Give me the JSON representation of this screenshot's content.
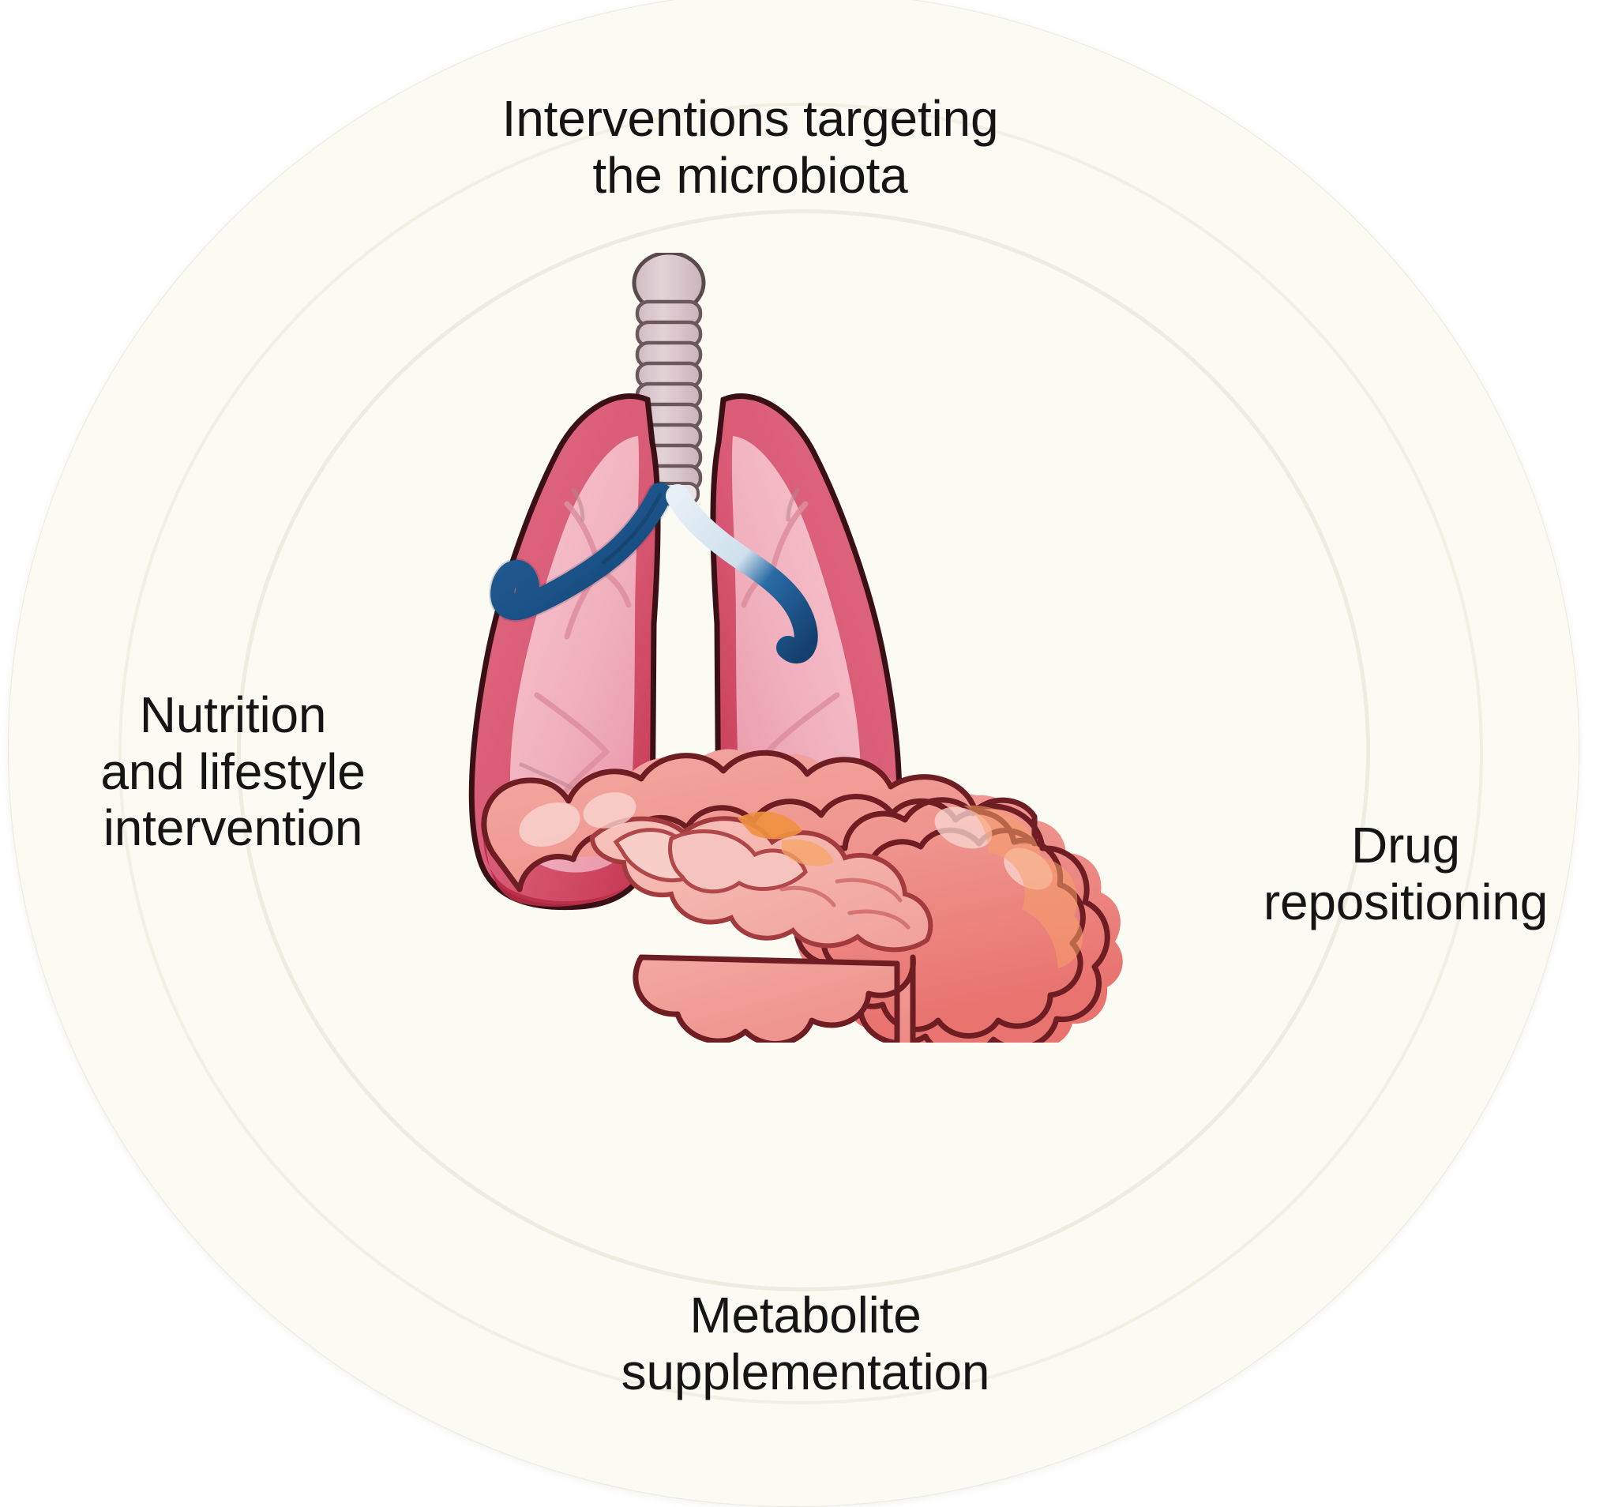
{
  "diagram": {
    "type": "circular-concept-diagram",
    "center_illustration": {
      "name": "lungs-and-intestine-illustration",
      "parts": [
        "trachea",
        "left-lung",
        "right-lung",
        "left-bronchus",
        "right-bronchus",
        "large-intestine-colon"
      ]
    },
    "labels": [
      {
        "id": "top",
        "name": "label-interventions-targeting-the-microbiota",
        "text": "Interventions targeting\nthe microbiota"
      },
      {
        "id": "left",
        "name": "label-nutrition-and-lifestyle-intervention",
        "text": "Nutrition\nand lifestyle\nintervention"
      },
      {
        "id": "right",
        "name": "label-drug-repositioning",
        "text": "Drug\nrepositioning"
      },
      {
        "id": "bottom",
        "name": "label-metabolite-supplementation",
        "text": "Metabolite\nsupplementation"
      }
    ],
    "colors": {
      "background": "#ffffff",
      "outer_circle": "#fbfaf3",
      "ring_stroke": "#f0eee2",
      "text": "#151515",
      "lung_outer": "#d95a75",
      "lung_deep": "#c3344c",
      "lung_inner": "#f3b3bf",
      "lung_outline": "#3a1016",
      "trachea": "#d9c8cd",
      "trachea_outline": "#5a4a4e",
      "bronchus_blue": "#1d5a92",
      "bronchus_blue_dark": "#133f6e",
      "bronchus_light": "#dce9f2",
      "intestine_fill": "#f09a96",
      "intestine_light": "#f6c0bb",
      "intestine_deep": "#e05a63",
      "intestine_outline": "#6e1d22",
      "intestine_accent": "#f0913e"
    }
  }
}
